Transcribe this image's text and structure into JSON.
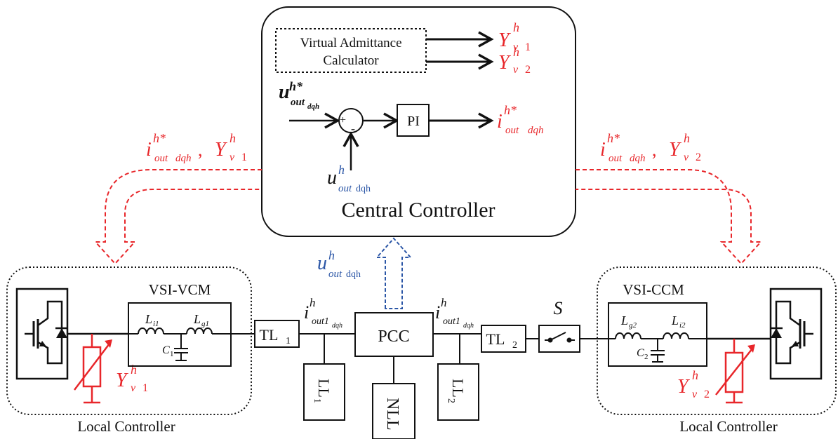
{
  "colors": {
    "red": "#e8262a",
    "blue": "#2b56a6",
    "black": "#111111"
  },
  "central": {
    "title": "Central Controller",
    "vac_line1": "Virtual Admittance",
    "vac_line2": "Calculator",
    "pi": "PI",
    "plus": "+",
    "minus": "-",
    "Y": "Y",
    "v": "v",
    "h": "h",
    "sub1": "1",
    "sub2": "2",
    "u": "u",
    "i": "i",
    "hstar": "h*",
    "out": "out",
    "dqh_it": "dqh",
    "dqh_rm": "dqh",
    "comma": ","
  },
  "left": {
    "title": "VSI-VCM",
    "caption": "Local Controller",
    "L": "L",
    "Li_sub": "i1",
    "Lg_sub": "g1",
    "C": "C",
    "C_sub": "1"
  },
  "right": {
    "title": "VSI-CCM",
    "caption": "Local Controller",
    "L": "L",
    "Lg_sub": "g2",
    "Li_sub": "i2",
    "C": "C",
    "C_sub": "2",
    "switch": "S"
  },
  "grid": {
    "tl": "TL",
    "tl1_sub": "1",
    "tl2_sub": "2",
    "pcc": "PCC",
    "ll": "LL",
    "ll1_sub": "1",
    "ll2_sub": "2",
    "nll": "NLL",
    "out1": "out1",
    "dqh": "dqh"
  }
}
